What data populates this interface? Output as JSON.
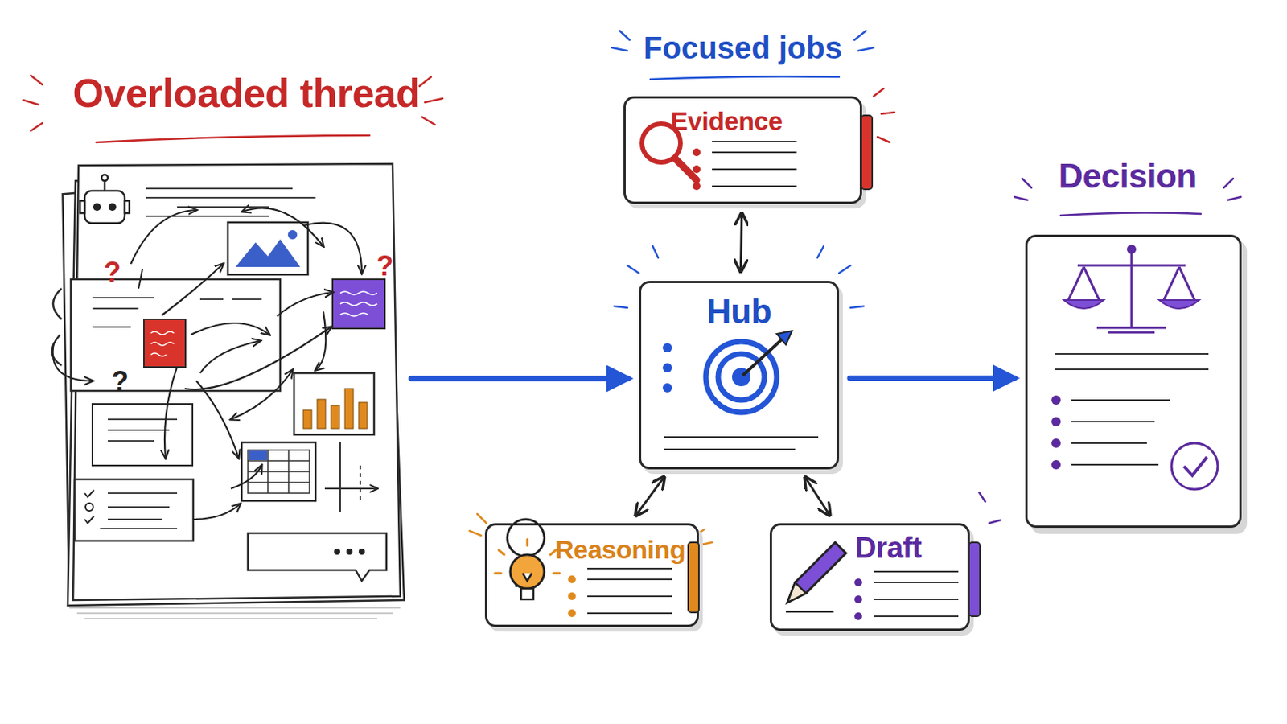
{
  "diagram": {
    "nodes": [
      {
        "text": [
          "Overloaded thread"
        ]
      },
      {
        "text": [
          "Evidence"
        ]
      },
      {
        "text": [
          "Hub"
        ]
      },
      {
        "text": [
          "Reasoning"
        ]
      },
      {
        "text": [
          "Draft"
        ]
      },
      {
        "text": [
          "Decision"
        ]
      }
    ],
    "edges": [
      {
        "from": 0,
        "to": 2,
        "arrow": "to"
      },
      {
        "from": 2,
        "to": 1,
        "arrow": "both"
      },
      {
        "from": 2,
        "to": 3,
        "arrow": "both"
      },
      {
        "from": 2,
        "to": 4,
        "arrow": "both"
      },
      {
        "from": 2,
        "to": 5,
        "arrow": "to"
      }
    ],
    "labels": [
      "Focused jobs",
      "?",
      "?",
      "?"
    ]
  }
}
